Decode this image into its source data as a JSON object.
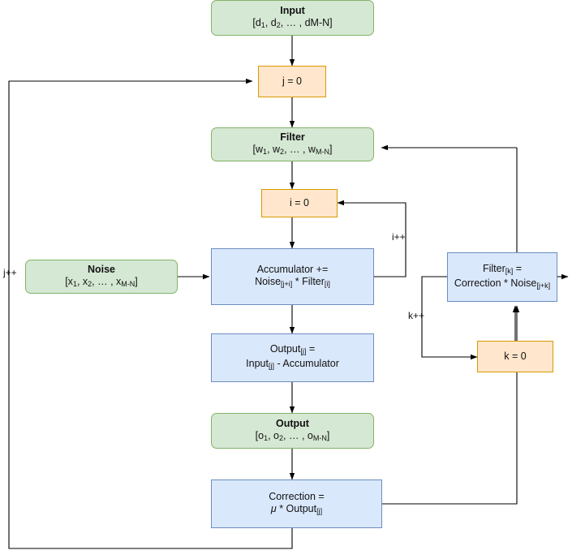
{
  "diagram": {
    "title": "LMS adaptive noise cancellation flowchart",
    "colors": {
      "green_fill": "#d5e8d4",
      "green_stroke": "#82b366",
      "orange_fill": "#ffe6cc",
      "orange_stroke": "#d79b00",
      "blue_fill": "#dae8fc",
      "blue_stroke": "#6c8ebf",
      "edge": "#000000"
    },
    "nodes": [
      {
        "id": "input",
        "line1": "Input",
        "line2": "[d₁, d₂, … , dM-N]",
        "shape": "rounded",
        "color": "green"
      },
      {
        "id": "j0",
        "line1": "j = 0",
        "line2": "",
        "shape": "rect",
        "color": "orange"
      },
      {
        "id": "filter",
        "line1": "Filter",
        "line2": "[w₁, w₂, … , w_{M-N}]",
        "shape": "rounded",
        "color": "green"
      },
      {
        "id": "i0",
        "line1": "i = 0",
        "line2": "",
        "shape": "rect",
        "color": "orange"
      },
      {
        "id": "noise",
        "line1": "Noise",
        "line2": "[x₁, x₂, … , x_{M-N}]",
        "shape": "rounded",
        "color": "green"
      },
      {
        "id": "accumulator",
        "line1": "Accumulator +=",
        "line2": "Noise[j+i] * Filter[i]",
        "shape": "rect",
        "color": "blue"
      },
      {
        "id": "output_j",
        "line1": "Output[j] =",
        "line2": "Input[j] - Accumulator",
        "shape": "rect",
        "color": "blue"
      },
      {
        "id": "output",
        "line1": "Output",
        "line2": "[o₁, o₂, … , o_{M-N}]",
        "shape": "rounded",
        "color": "green"
      },
      {
        "id": "correction",
        "line1": "Correction =",
        "line2": "μ * Output[j]",
        "shape": "rect",
        "color": "blue"
      },
      {
        "id": "filter_k",
        "line1": "Filter[k] =",
        "line2": "Correction * Noise[j+k]",
        "shape": "rect",
        "color": "blue"
      },
      {
        "id": "k0",
        "line1": "k = 0",
        "line2": "",
        "shape": "rect",
        "color": "orange"
      }
    ],
    "edge_labels": [
      {
        "id": "j-increment",
        "text": "j++"
      },
      {
        "id": "i-increment",
        "text": "i++"
      },
      {
        "id": "k-increment",
        "text": "k++"
      }
    ]
  }
}
